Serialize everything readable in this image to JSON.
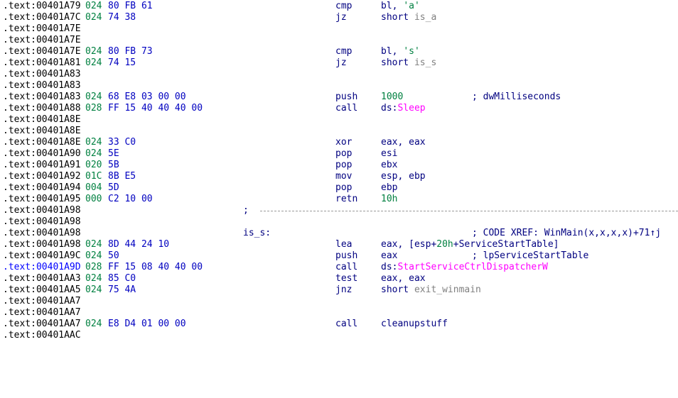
{
  "listing": {
    "rows": [
      {
        "addr": ".text:00401A79",
        "stk": "024",
        "bytes": "80 FB 61",
        "mnem": "cmp",
        "op": [
          "bl, ",
          "'a'"
        ]
      },
      {
        "addr": ".text:00401A7C",
        "stk": "024",
        "bytes": "74 38",
        "mnem": "jz",
        "op": [
          "short ",
          "is_a"
        ]
      },
      {
        "addr": ".text:00401A7E"
      },
      {
        "addr": ".text:00401A7E"
      },
      {
        "addr": ".text:00401A7E",
        "stk": "024",
        "bytes": "80 FB 73",
        "mnem": "cmp",
        "op": [
          "bl, ",
          "'s'"
        ]
      },
      {
        "addr": ".text:00401A81",
        "stk": "024",
        "bytes": "74 15",
        "mnem": "jz",
        "op": [
          "short ",
          "is_s"
        ]
      },
      {
        "addr": ".text:00401A83"
      },
      {
        "addr": ".text:00401A83"
      },
      {
        "addr": ".text:00401A83",
        "stk": "024",
        "bytes": "68 E8 03 00 00",
        "mnem": "push",
        "op": [
          "1000"
        ],
        "comment": "; dwMilliseconds"
      },
      {
        "addr": ".text:00401A88",
        "stk": "028",
        "bytes": "FF 15 40 40 40 00",
        "mnem": "call",
        "op": [
          "ds:",
          "Sleep"
        ]
      },
      {
        "addr": ".text:00401A8E"
      },
      {
        "addr": ".text:00401A8E"
      },
      {
        "addr": ".text:00401A8E",
        "stk": "024",
        "bytes": "33 C0",
        "mnem": "xor",
        "op": [
          "eax, eax"
        ]
      },
      {
        "addr": ".text:00401A90",
        "stk": "024",
        "bytes": "5E",
        "mnem": "pop",
        "op": [
          "esi"
        ]
      },
      {
        "addr": ".text:00401A91",
        "stk": "020",
        "bytes": "5B",
        "mnem": "pop",
        "op": [
          "ebx"
        ]
      },
      {
        "addr": ".text:00401A92",
        "stk": "01C",
        "bytes": "8B E5",
        "mnem": "mov",
        "op": [
          "esp, ebp"
        ]
      },
      {
        "addr": ".text:00401A94",
        "stk": "004",
        "bytes": "5D",
        "mnem": "pop",
        "op": [
          "ebp"
        ]
      },
      {
        "addr": ".text:00401A95",
        "stk": "000",
        "bytes": "C2 10 00",
        "mnem": "retn",
        "op": [
          "10h"
        ]
      },
      {
        "addr": ".text:00401A98",
        "sep": ";"
      },
      {
        "addr": ".text:00401A98"
      },
      {
        "addr": ".text:00401A98",
        "label": "is_s:",
        "comment": "; CODE XREF: WinMain(x,x,x,x)+71↑j"
      },
      {
        "addr": ".text:00401A98",
        "stk": "024",
        "bytes": "8D 44 24 10",
        "mnem": "lea",
        "op": [
          "eax, [esp+",
          "20h",
          "+ServiceStartTable]"
        ]
      },
      {
        "addr": ".text:00401A9C",
        "stk": "024",
        "bytes": "50",
        "mnem": "push",
        "op": [
          "eax"
        ],
        "comment": "; lpServiceStartTable"
      },
      {
        "addr": ".text:00401A9D",
        "stk": "028",
        "bytes": "FF 15 08 40 40 00",
        "mnem": "call",
        "op": [
          "ds:",
          "StartServiceCtrlDispatcherW"
        ]
      },
      {
        "addr": ".text:00401AA3",
        "stk": "024",
        "bytes": "85 C0",
        "mnem": "test",
        "op": [
          "eax, eax"
        ]
      },
      {
        "addr": ".text:00401AA5",
        "stk": "024",
        "bytes": "75 4A",
        "mnem": "jnz",
        "op": [
          "short ",
          "exit_winmain"
        ]
      },
      {
        "addr": ".text:00401AA7"
      },
      {
        "addr": ".text:00401AA7"
      },
      {
        "addr": ".text:00401AA7",
        "stk": "024",
        "bytes": "E8 D4 01 00 00",
        "mnem": "call",
        "op": [
          "cleanupstuff"
        ]
      },
      {
        "addr": ".text:00401AAC"
      }
    ]
  },
  "colors": {
    "address": "#000000",
    "current_address": "#0000ff",
    "stack_delta": "#008040",
    "opcode_bytes": "#0000c0",
    "instruction": "#000080",
    "import_name": "#ff00ff",
    "location_name": "#808080",
    "constant": "#008040"
  }
}
